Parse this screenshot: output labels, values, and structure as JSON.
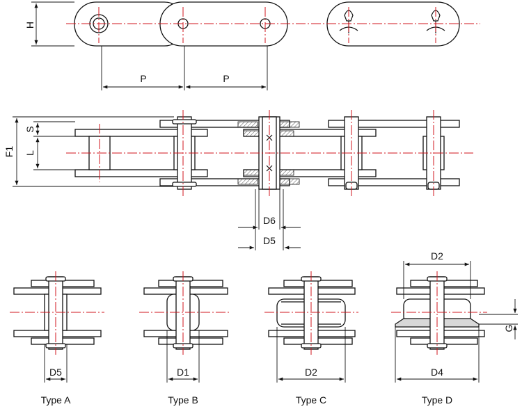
{
  "dimensions": {
    "H": "H",
    "P1": "P",
    "P2": "P",
    "F1": "F1",
    "S": "S",
    "L": "L",
    "D6": "D6",
    "D5_mid": "D5",
    "D5_typeA": "D5",
    "D1": "D1",
    "D2_typeC": "D2",
    "D2_typeD": "D2",
    "D4": "D4",
    "G": "G"
  },
  "types": {
    "a": "Type A",
    "b": "Type B",
    "c": "Type C",
    "d": "Type D"
  },
  "colors": {
    "outline": "#111111",
    "centerline": "#d0141c",
    "hatch": "#555555"
  }
}
